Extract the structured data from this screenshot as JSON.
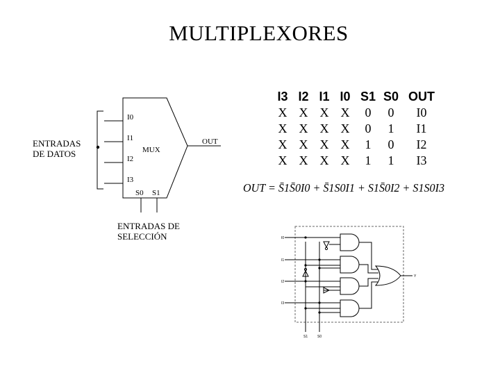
{
  "title": "MULTIPLEXORES",
  "labels": {
    "data_inputs_line1": "ENTRADAS",
    "data_inputs_line2": "DE DATOS",
    "select_inputs_line1": "ENTRADAS DE",
    "select_inputs_line2": "SELECCIÓN"
  },
  "mux_block": {
    "name": "MUX",
    "inputs": [
      "I0",
      "I1",
      "I2",
      "I3"
    ],
    "selects": [
      "S0",
      "S1"
    ],
    "output": "OUT"
  },
  "truth_table": {
    "headers": [
      "I3",
      "I2",
      "I1",
      "I0",
      "S1",
      "S0",
      "OUT"
    ],
    "rows": [
      [
        "X",
        "X",
        "X",
        "X",
        "0",
        "0",
        "I0"
      ],
      [
        "X",
        "X",
        "X",
        "X",
        "0",
        "1",
        "I1"
      ],
      [
        "X",
        "X",
        "X",
        "X",
        "1",
        "0",
        "I2"
      ],
      [
        "X",
        "X",
        "X",
        "X",
        "1",
        "1",
        "I3"
      ]
    ]
  },
  "equation": "OUT = S̄1S̄0I0 + S̄1S0I1 + S1S̄0I2 + S1S0I3",
  "gate_circuit": {
    "inputs": [
      "I0",
      "I1",
      "I2",
      "I3"
    ],
    "selects": [
      "S1",
      "S0"
    ],
    "output": "Y"
  }
}
